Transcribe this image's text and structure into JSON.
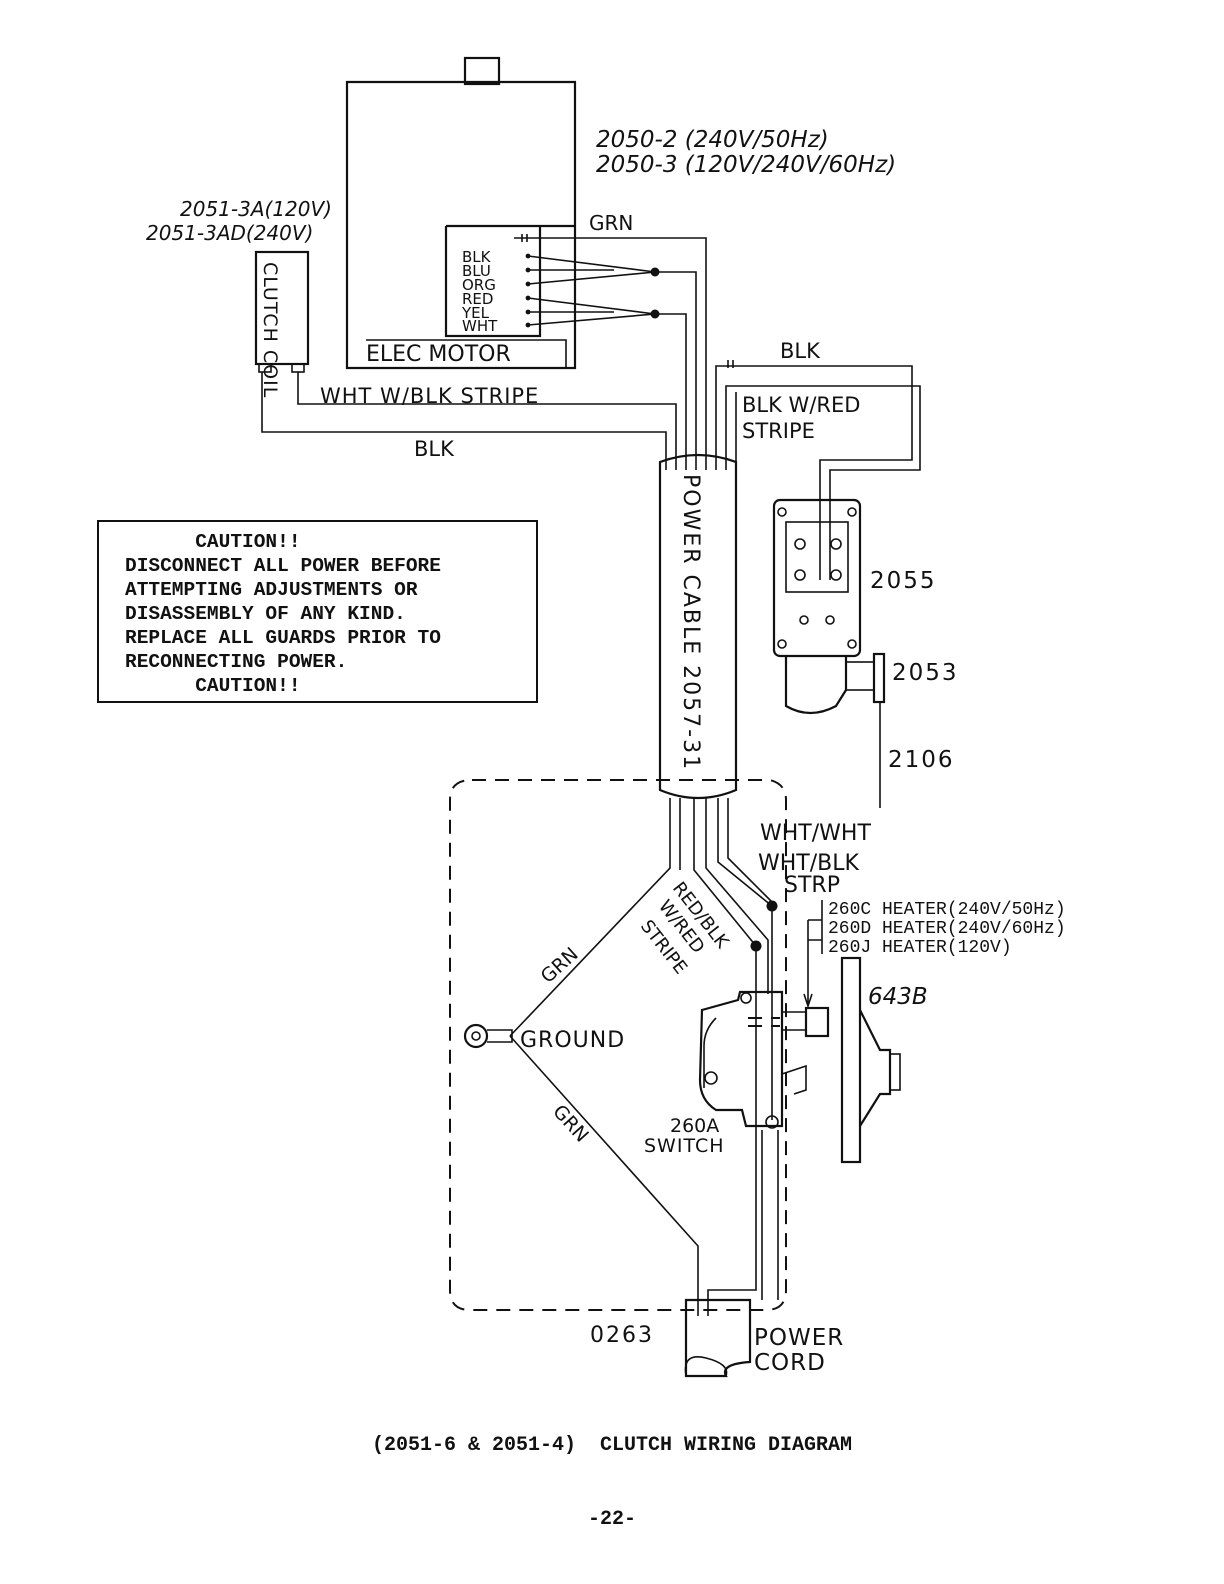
{
  "motor": {
    "models": [
      "2050-2 (240V/50Hz)",
      "2050-3 (120V/240V/60Hz)"
    ],
    "label": "ELEC MOTOR",
    "terminals": [
      "BLK",
      "BLU",
      "ORG",
      "RED",
      "YEL",
      "WHT"
    ]
  },
  "clutch": {
    "models": [
      "2051-3A(120V)",
      "2051-3AD(240V)"
    ],
    "label": "CLUTCH COIL"
  },
  "wires": {
    "grn_top": "GRN",
    "blk_top": "BLK",
    "wht_blk_stripe": "WHT W/BLK STRIPE",
    "blk_clutch": "BLK",
    "blk_red_stripe_1": "BLK W/RED",
    "blk_red_stripe_2": "STRIPE",
    "wht_wht": "WHT/WHT",
    "wht_blk": "WHT/BLK",
    "strp": "STRP",
    "red_blk": "RED/BLK",
    "w_red": "W/RED",
    "stripe": "STRIPE",
    "grn_upper": "GRN",
    "grn_lower": "GRN",
    "ground": "GROUND"
  },
  "cable": {
    "label": "POWER CABLE 2057-31"
  },
  "parts": {
    "p2055": "2055",
    "p2053": "2053",
    "p2106": "2106",
    "heaters": [
      "260C HEATER(240V/50Hz)",
      "260D HEATER(240V/60Hz)",
      "260J HEATER(120V)"
    ],
    "p643b": "643B",
    "switch_1": "260A",
    "switch_2": "SWITCH",
    "p0263": "0263",
    "cord_1": "POWER",
    "cord_2": "CORD"
  },
  "caution": {
    "lines": [
      "      CAUTION!!",
      "DISCONNECT ALL POWER BEFORE",
      "ATTEMPTING ADJUSTMENTS OR",
      "DISASSEMBLY OF ANY KIND.",
      "REPLACE ALL GUARDS PRIOR TO",
      "RECONNECTING POWER.",
      "      CAUTION!!"
    ]
  },
  "caption": "(2051-6 & 2051-4)  CLUTCH WIRING DIAGRAM",
  "page_number": "-22-"
}
